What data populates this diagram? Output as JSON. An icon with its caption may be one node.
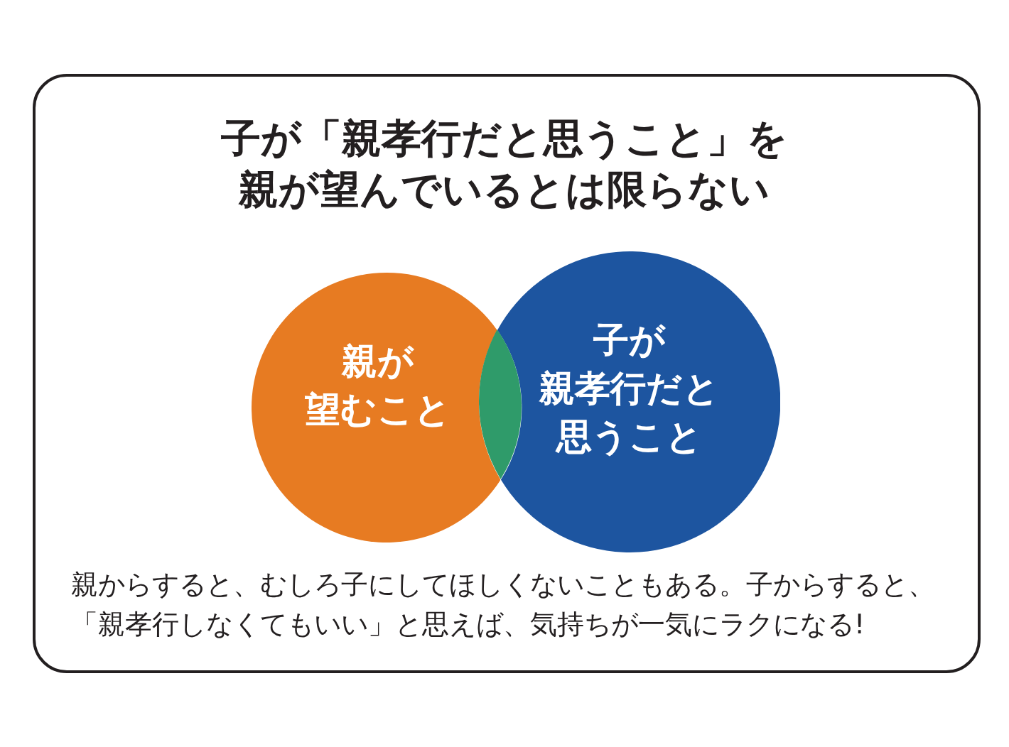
{
  "diagram": {
    "title": "子が「親孝行だと思うこと」を親が望んでいるとは限らない",
    "nodes": [
      {
        "text": [
          "親が望むこと"
        ]
      },
      {
        "text": [
          "子が親孝行だと思うこと"
        ]
      },
      {
        "text": [],
        "shape": "lens"
      }
    ],
    "labels": [
      "親からすると、むしろ子にしてほしくないこともある。子からすると、「親孝行しなくてもいい」と思えば、気持ちが一気にラクになる!"
    ]
  }
}
